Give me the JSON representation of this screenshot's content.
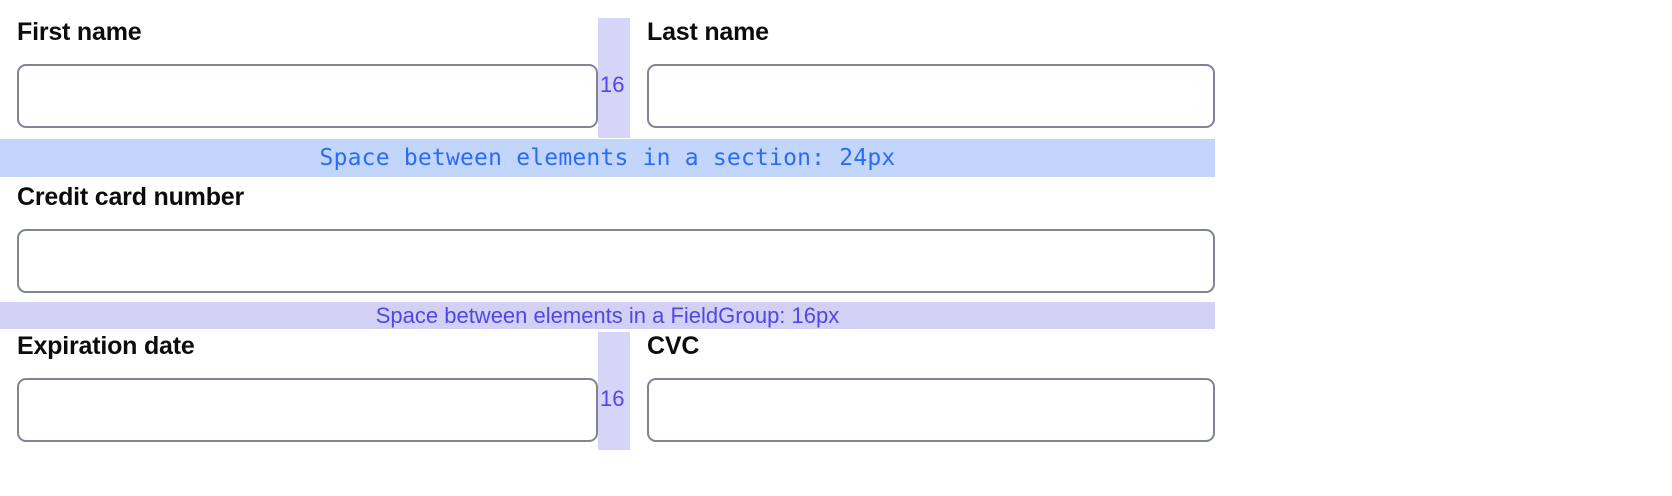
{
  "form": {
    "rows": [
      {
        "name": "name-row",
        "left": {
          "label": "First name",
          "value": "",
          "placeholder": ""
        },
        "gap": {
          "label": "16"
        },
        "right": {
          "label": "Last name",
          "value": "",
          "placeholder": ""
        }
      },
      {
        "name": "card-row",
        "left": {
          "label": "Credit card number",
          "value": "",
          "placeholder": ""
        }
      },
      {
        "name": "expiry-row",
        "left": {
          "label": "Expiration date",
          "value": "",
          "placeholder": ""
        },
        "gap": {
          "label": "16"
        },
        "right": {
          "label": "CVC",
          "value": "",
          "placeholder": ""
        }
      }
    ]
  },
  "annotations": {
    "section_band": {
      "text": "Space between elements in a section: 24px",
      "background": "#c2d6fb",
      "text_color": "#2b6bf5"
    },
    "fieldgroup_band": {
      "text": "Space between elements in a FieldGroup: 16px",
      "background": "#d2d1f5",
      "text_color": "#5146e8"
    },
    "column_gap": {
      "label": "16",
      "background": "#d7d5f7",
      "text_color": "#5146e8"
    }
  },
  "colors": {
    "input_border": "#7f8596",
    "label_text": "#0c0c0c",
    "page_background": "#ffffff"
  }
}
